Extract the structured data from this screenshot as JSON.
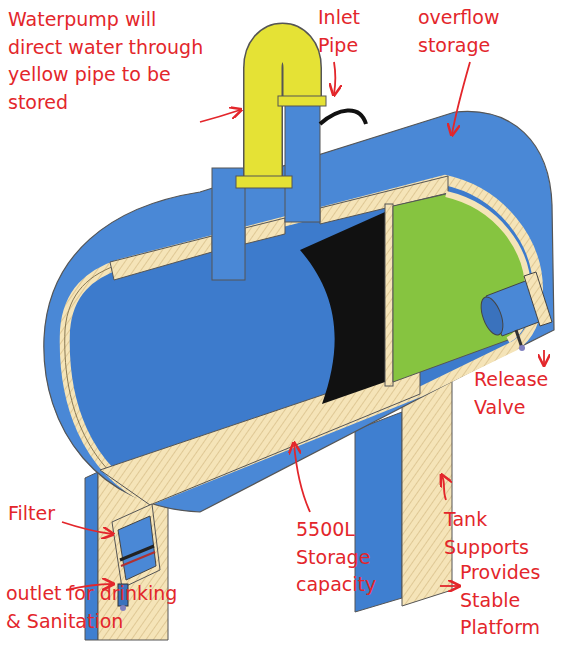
{
  "diagram": {
    "labels": [
      "Waterpump will direct water through yellow pipe to be stored",
      "Inlet Pipe",
      "overflow storage",
      "Release Valve",
      "Filter",
      "outlet for drinking & Sanitation",
      "5500L Storage capacity",
      "Tank Supports",
      "Provides Stable Platform"
    ]
  }
}
